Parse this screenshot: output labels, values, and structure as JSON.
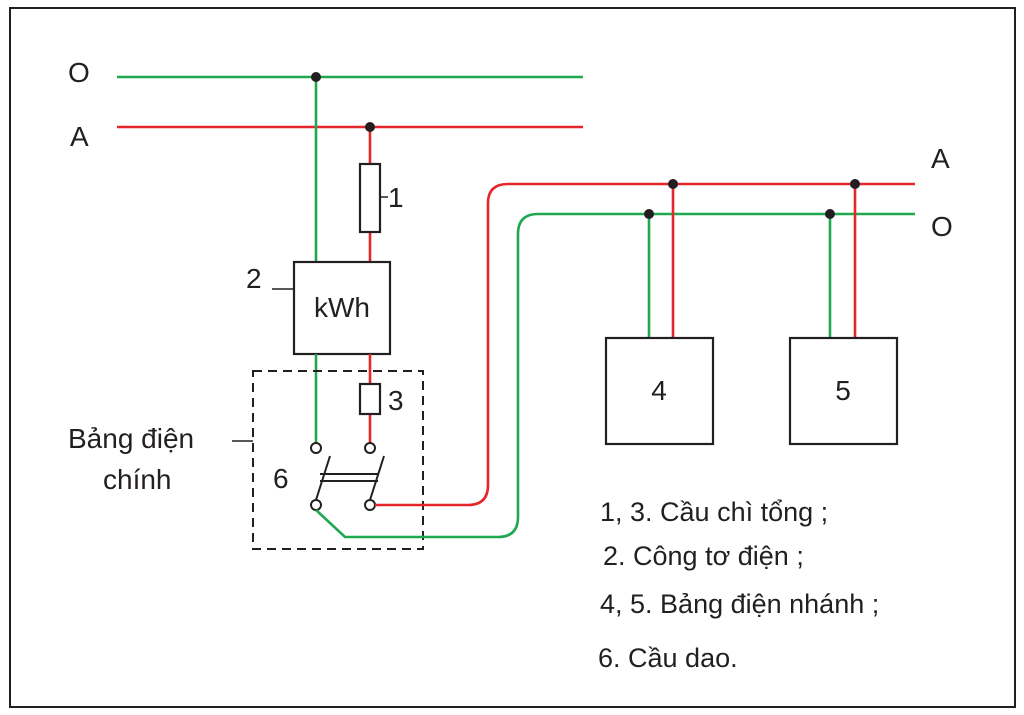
{
  "wires": {
    "top_neutral_label": "O",
    "top_phase_label": "A",
    "right_phase_label": "A",
    "right_neutral_label": "O"
  },
  "components": {
    "fuse_1_label": "1",
    "meter_number": "2",
    "meter_text": "kWh",
    "fuse_3_label": "3",
    "switch_label": "6",
    "branch_board_4": "4",
    "branch_board_5": "5"
  },
  "main_board_label": {
    "line1": "Bảng điện",
    "line2": "chính"
  },
  "legend": [
    "1, 3. Cầu chì tổng ;",
    "2. Công tơ điện ;",
    "4, 5. Bảng điện nhánh ;",
    "6. Cầu dao."
  ],
  "colors": {
    "neutral_wire": "#1fa84f",
    "phase_wire": "#e5262b",
    "frame": "#231f20"
  }
}
